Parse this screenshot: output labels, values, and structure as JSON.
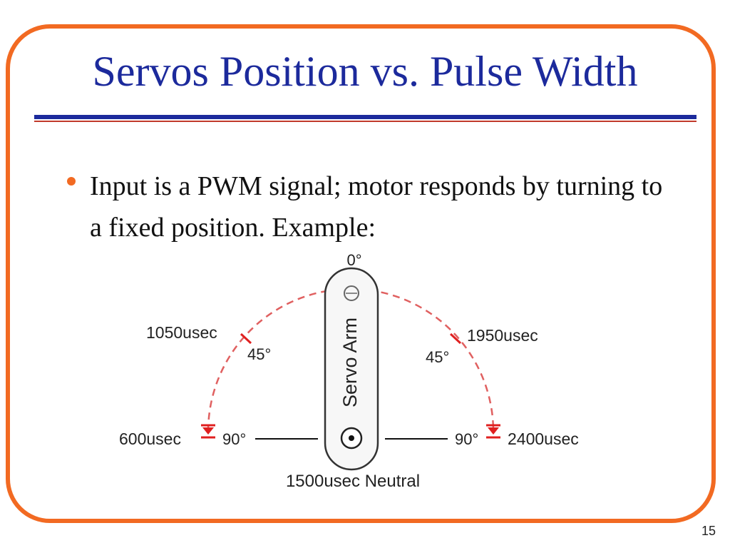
{
  "slide": {
    "title": "Servos Position vs. Pulse Width",
    "bullet": "Input is a PWM signal; motor responds by turning to a fixed position. Example:",
    "page_number": "15"
  },
  "diagram": {
    "arm_label": "Servo Arm",
    "top_angle": "0°",
    "left_mid_pulse": "1050usec",
    "left_mid_angle": "45°",
    "right_mid_pulse": "1950usec",
    "right_mid_angle": "45°",
    "left_end_pulse": "600usec",
    "left_end_angle": "90°",
    "right_end_pulse": "2400usec",
    "right_end_angle": "90°",
    "neutral_label": "1500usec Neutral"
  },
  "colors": {
    "frame": "#f26a22",
    "title": "#1c2a9c",
    "arc": "#e06060",
    "marker": "#e02020"
  }
}
